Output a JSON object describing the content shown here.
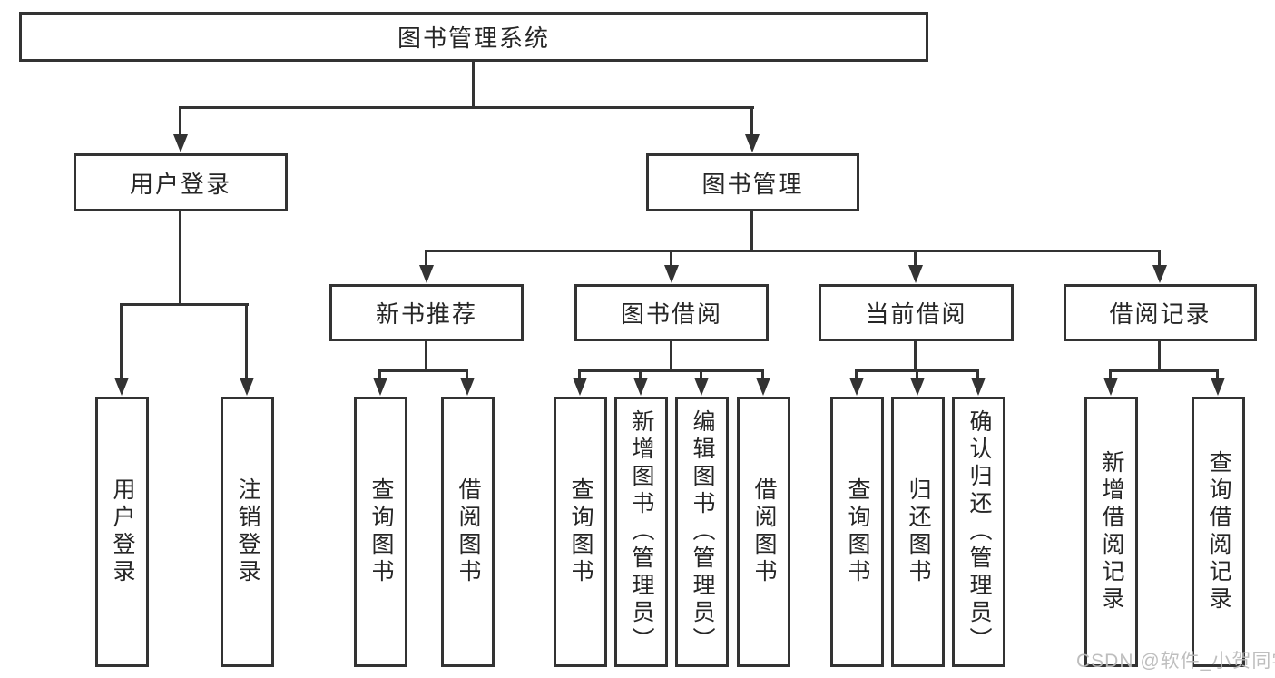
{
  "diagram": {
    "root": {
      "label": "图书管理系统"
    },
    "level1": [
      {
        "label": "用户登录",
        "children": [
          "用户登录",
          "注销登录"
        ]
      },
      {
        "label": "图书管理"
      }
    ],
    "level2": [
      {
        "label": "新书推荐",
        "children": [
          "查询图书",
          "借阅图书"
        ]
      },
      {
        "label": "图书借阅",
        "children": [
          "查询图书",
          "新增图书（管理员）",
          "编辑图书（管理员）",
          "借阅图书"
        ]
      },
      {
        "label": "当前借阅",
        "children": [
          "查询图书",
          "归还图书",
          "确认归还（管理员）"
        ]
      },
      {
        "label": "借阅记录",
        "children": [
          "新增借阅记录",
          "查询借阅记录"
        ]
      }
    ]
  },
  "watermark": {
    "text": "CSDN @软件_小贺同学"
  },
  "colors": {
    "line": "#333333",
    "text": "#262626",
    "watermark": "#bababa",
    "background": "#ffffff"
  }
}
